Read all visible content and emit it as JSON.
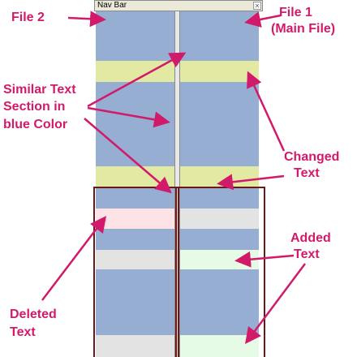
{
  "window": {
    "title": "Nav Bar",
    "close_glyph": "×"
  },
  "colors": {
    "similar": "#96aed2",
    "changed": "#e2e9a3",
    "deleted": "#fde3e6",
    "placeholder": "#e3e3e3",
    "added": "#e5fbe5",
    "callout": "#d21a6b"
  },
  "panes": {
    "left": "file-2",
    "right": "file-1-main"
  },
  "annotations": {
    "file2": "File 2",
    "file1_line1": "File 1",
    "file1_line2": "(Main File)",
    "similar_line1": "Similar Text",
    "similar_line2": "Section in",
    "similar_line3": "blue Color",
    "changed_line1": "Changed",
    "changed_line2": "Text",
    "added_line1": "Added",
    "added_line2": "Text",
    "deleted_line1": "Deleted",
    "deleted_line2": "Text"
  }
}
